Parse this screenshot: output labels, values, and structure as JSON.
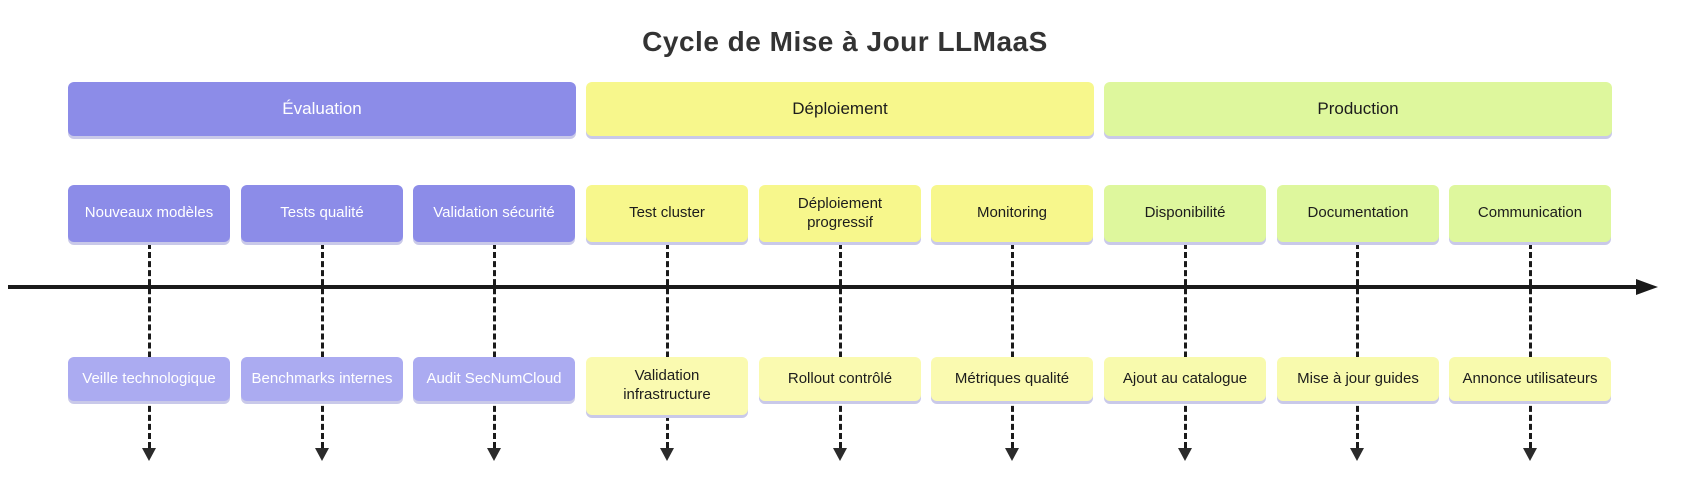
{
  "title": "Cycle de Mise à Jour LLMaaS",
  "palette": {
    "purple": "#8c8ce8",
    "purple_light": "#ababf1",
    "yellow": "#f7f78c",
    "yellow_light": "#fafab0",
    "green": "#def79d",
    "green_light": "#f8faad",
    "box_shadow": "#c9c9e9",
    "axis_color": "#1a1a1a",
    "title_color": "#333333",
    "purple_text": "#ffffff",
    "dark_text": "#1c1c1c"
  },
  "sections": [
    {
      "label": "Évaluation",
      "color_name": "purple",
      "columns": [
        {
          "top": "Nouveaux modèles",
          "bottom": "Veille technologique"
        },
        {
          "top": "Tests qualité",
          "bottom": "Benchmarks internes"
        },
        {
          "top": "Validation sécurité",
          "bottom": "Audit SecNumCloud"
        }
      ]
    },
    {
      "label": "Déploiement",
      "color_name": "yellow",
      "columns": [
        {
          "top": "Test cluster",
          "bottom": "Validation infrastructure"
        },
        {
          "top": "Déploiement progressif",
          "bottom": "Rollout contrôlé"
        },
        {
          "top": "Monitoring",
          "bottom": "Métriques qualité"
        }
      ]
    },
    {
      "label": "Production",
      "color_name": "green",
      "columns": [
        {
          "top": "Disponibilité",
          "bottom": "Ajout au catalogue"
        },
        {
          "top": "Documentation",
          "bottom": "Mise à jour guides"
        },
        {
          "top": "Communication",
          "bottom": "Annonce utilisateurs"
        }
      ]
    }
  ]
}
